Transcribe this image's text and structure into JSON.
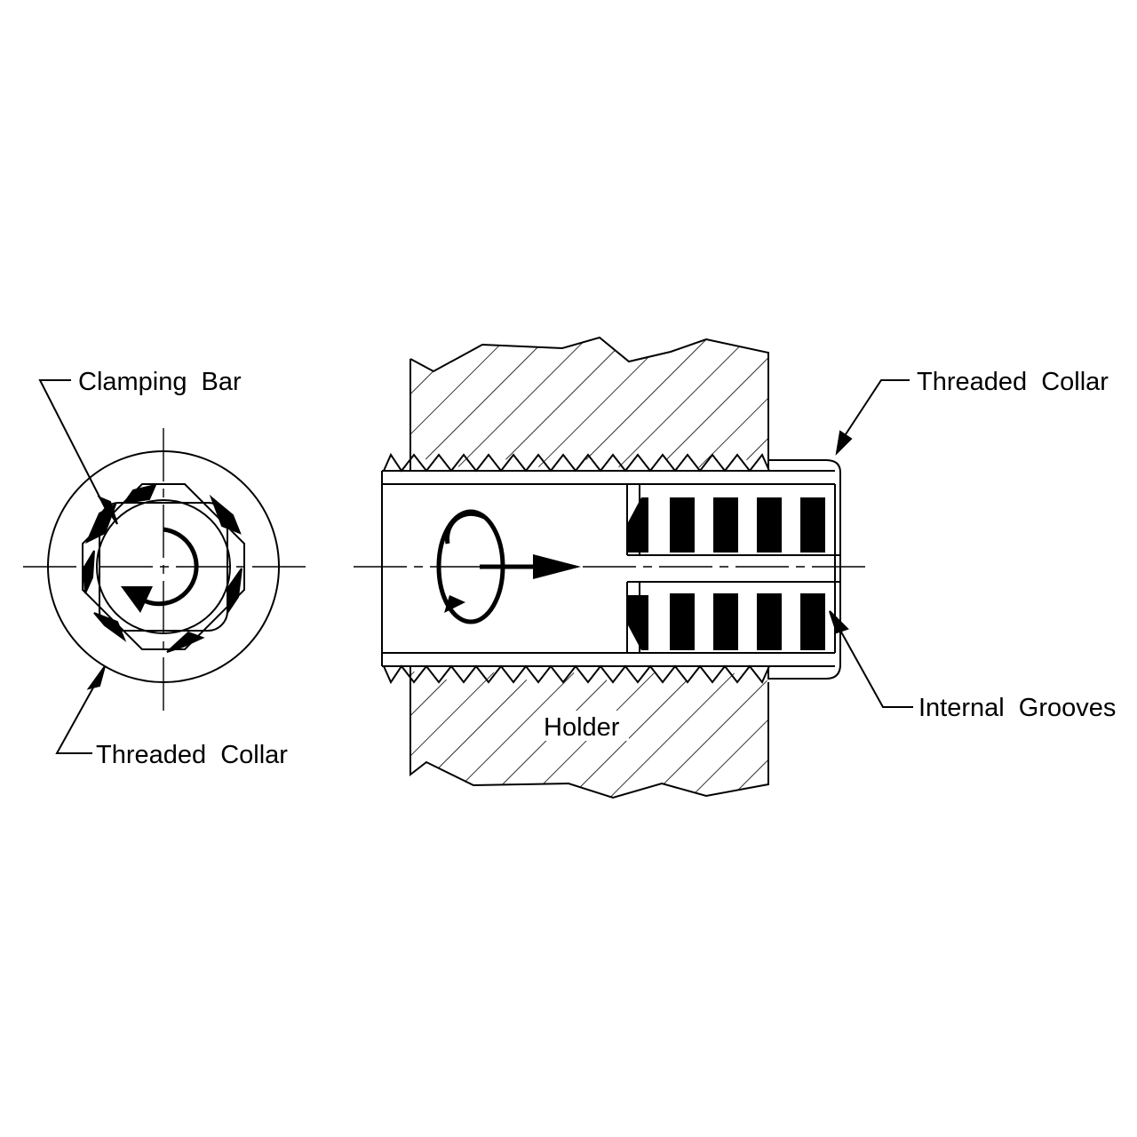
{
  "labels": {
    "end_view_top": "Clamping Bar",
    "end_view_bottom": "Threaded Collar",
    "side_view_top_right": "Threaded Collar",
    "side_view_bottom_right": "Internal Grooves",
    "holder": "Holder"
  },
  "colors": {
    "ink": "#000000",
    "paper": "#ffffff"
  }
}
